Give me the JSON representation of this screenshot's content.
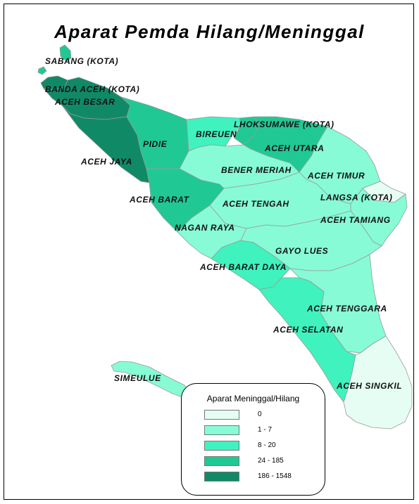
{
  "title": "Aparat Pemda Hilang/Meninggal",
  "classes": [
    {
      "label": "0",
      "color": "#e6fdf4"
    },
    {
      "label": "1 - 7",
      "color": "#87fbd5"
    },
    {
      "label": "8 - 20",
      "color": "#3ff2be"
    },
    {
      "label": "24 - 185",
      "color": "#20c994"
    },
    {
      "label": "186 - 1548",
      "color": "#108a66"
    }
  ],
  "legend": {
    "title": "Aparat Meninggal/Hilang"
  },
  "regions": [
    {
      "name": "SABANG (KOTA)",
      "class": 3
    },
    {
      "name": "BANDA ACEH (KOTA)",
      "class": 4
    },
    {
      "name": "ACEH BESAR",
      "class": 4
    },
    {
      "name": "ACEH JAYA",
      "class": 4
    },
    {
      "name": "PIDIE",
      "class": 3
    },
    {
      "name": "BIREUEN",
      "class": 2
    },
    {
      "name": "LHOKSUMAWE (KOTA)",
      "class": 3
    },
    {
      "name": "ACEH UTARA",
      "class": 3
    },
    {
      "name": "BENER MERIAH",
      "class": 1
    },
    {
      "name": "ACEH TIMUR",
      "class": 1
    },
    {
      "name": "LANGSA (KOTA)",
      "class": 0
    },
    {
      "name": "ACEH TAMIANG",
      "class": 1
    },
    {
      "name": "ACEH BARAT",
      "class": 3
    },
    {
      "name": "ACEH TENGAH",
      "class": 1
    },
    {
      "name": "NAGAN RAYA",
      "class": 1
    },
    {
      "name": "GAYO LUES",
      "class": 1
    },
    {
      "name": "ACEH BARAT DAYA",
      "class": 2
    },
    {
      "name": "ACEH TENGGARA",
      "class": 1
    },
    {
      "name": "ACEH SELATAN",
      "class": 2
    },
    {
      "name": "ACEH SINGKIL",
      "class": 0
    },
    {
      "name": "SIMEULUE",
      "class": 1
    }
  ]
}
